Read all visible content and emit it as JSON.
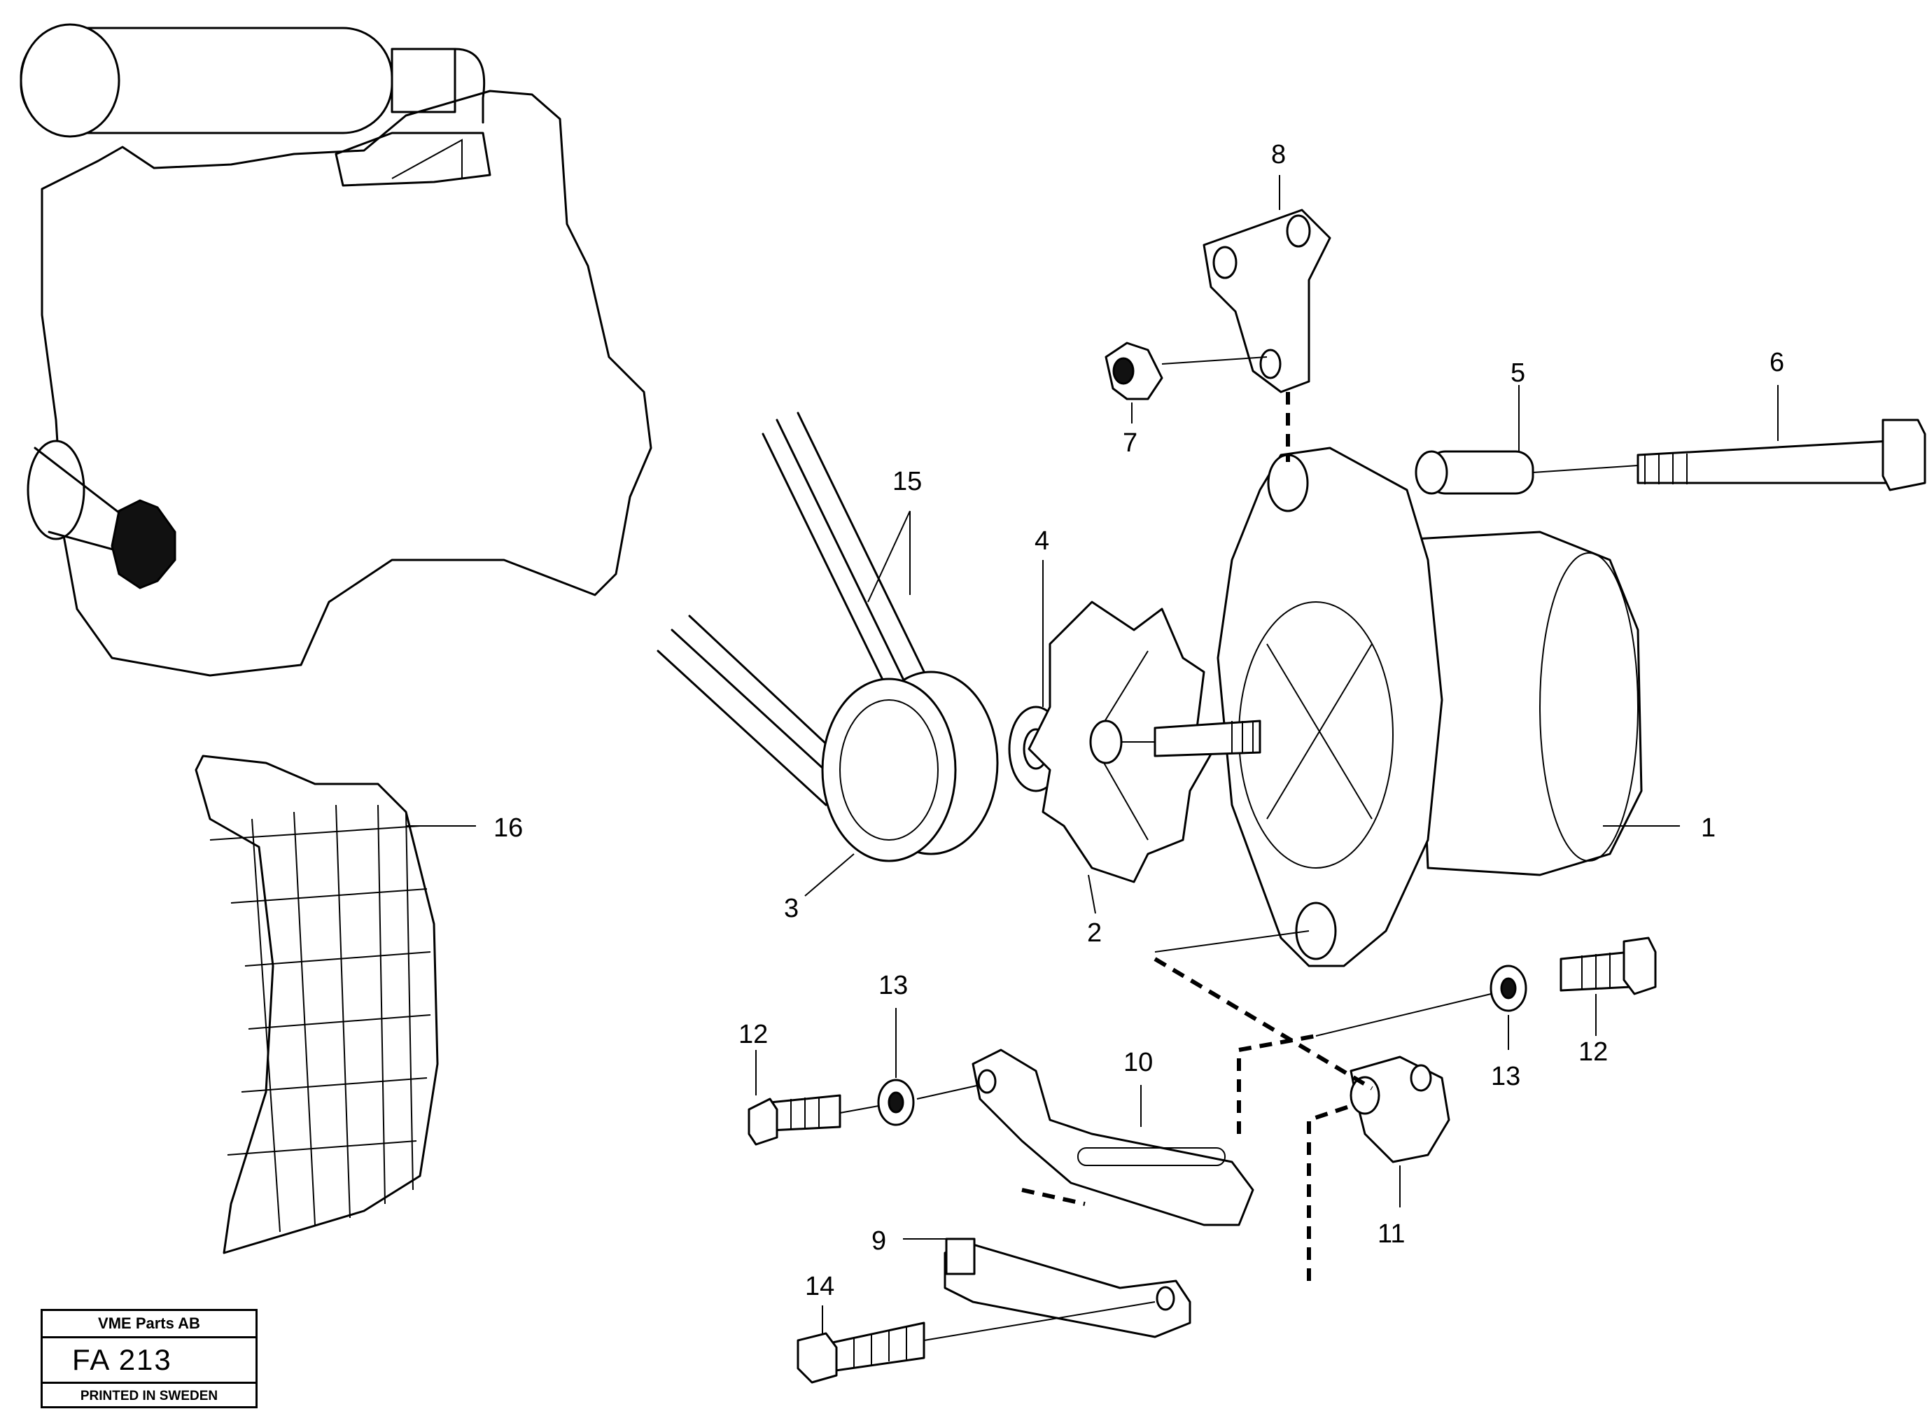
{
  "callouts": {
    "c1": "1",
    "c2": "2",
    "c3": "3",
    "c4": "4",
    "c5": "5",
    "c6": "6",
    "c7": "7",
    "c8": "8",
    "c9": "9",
    "c10": "10",
    "c11": "11",
    "c12a": "12",
    "c12b": "12",
    "c13a": "13",
    "c13b": "13",
    "c14": "14",
    "c15": "15",
    "c16": "16"
  },
  "title_block": {
    "company": "VME Parts AB",
    "code": "FA 213",
    "printed": "PRINTED IN SWEDEN"
  }
}
